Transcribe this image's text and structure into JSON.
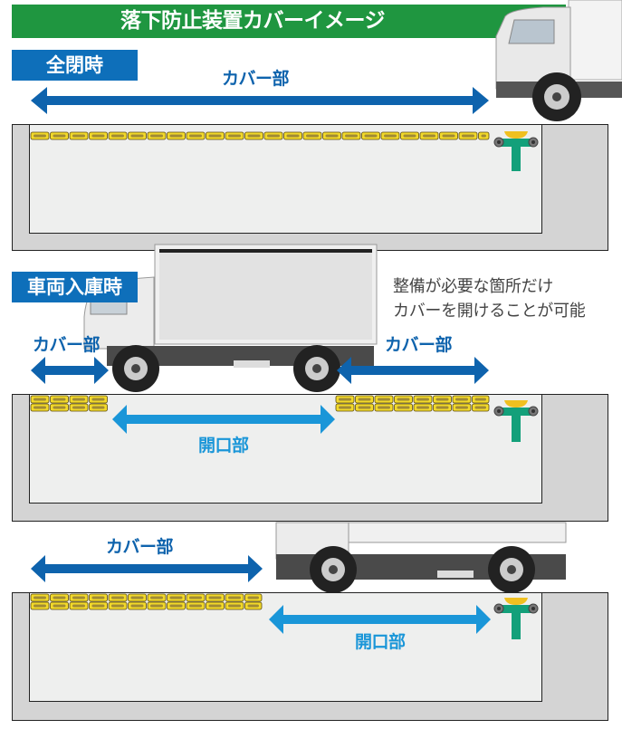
{
  "title": "落下防止装置カバーイメージ",
  "colors": {
    "title_green": "#1f9640",
    "label_blue": "#0e6fba",
    "cover_arrow_blue": "#0e63ad",
    "opening_arrow_cyan": "#1a96d8",
    "cover_yellow": "#f2d92a",
    "jack_green": "#13a07a"
  },
  "panels": [
    {
      "state_label": "全閉時",
      "arrows": [
        {
          "label": "カバー部",
          "kind": "cover"
        }
      ]
    },
    {
      "state_label": "車両入庫時",
      "note_lines": [
        "整備が必要な箇所だけ",
        "カバーを開けることが可能"
      ],
      "arrows": [
        {
          "label": "カバー部",
          "kind": "cover"
        },
        {
          "label": "カバー部",
          "kind": "cover"
        },
        {
          "label": "開口部",
          "kind": "opening"
        }
      ]
    },
    {
      "arrows": [
        {
          "label": "カバー部",
          "kind": "cover"
        },
        {
          "label": "開口部",
          "kind": "opening"
        }
      ]
    }
  ]
}
